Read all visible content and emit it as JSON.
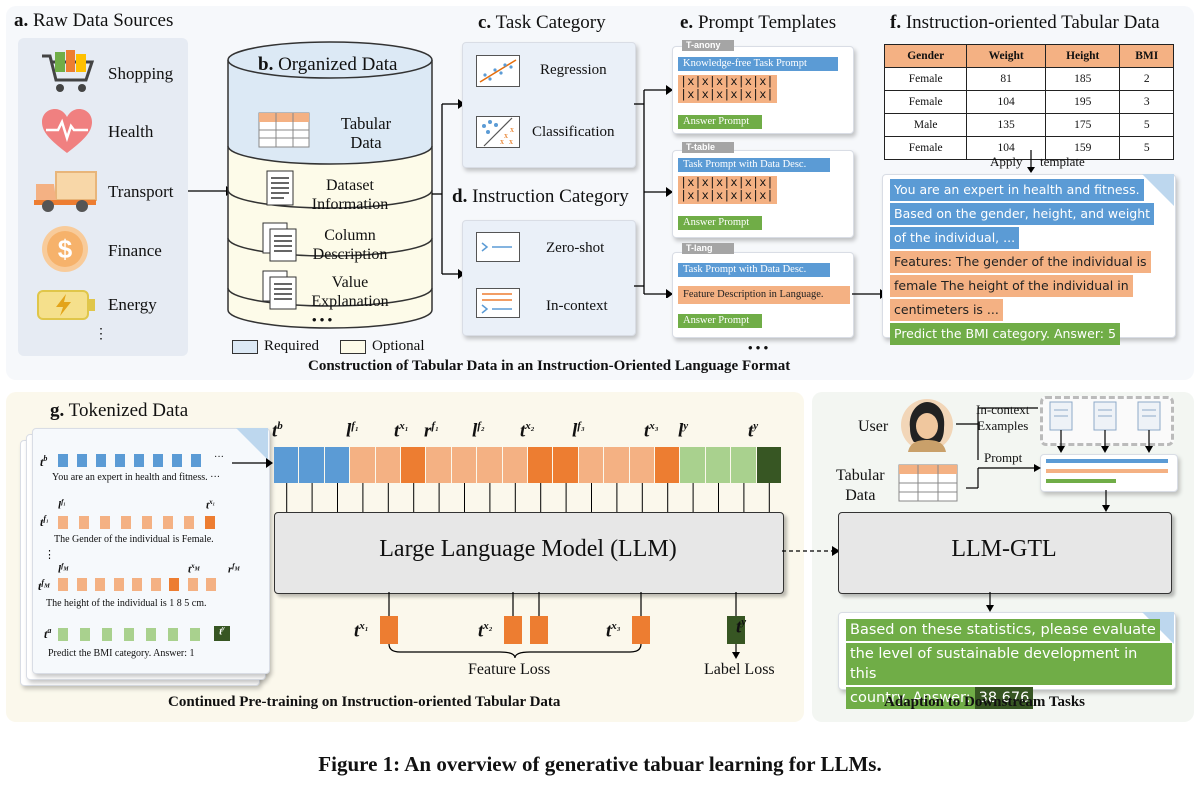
{
  "figure_caption": "Figure 1: An overview of generative tabuar learning for LLMs.",
  "panel_a": {
    "label": "a.",
    "title": "Raw Data Sources",
    "sources": [
      {
        "name": "Shopping",
        "icon": "shopping-cart-icon"
      },
      {
        "name": "Health",
        "icon": "heart-pulse-icon"
      },
      {
        "name": "Transport",
        "icon": "truck-icon"
      },
      {
        "name": "Finance",
        "icon": "coin-dollar-icon"
      },
      {
        "name": "Energy",
        "icon": "battery-bolt-icon"
      }
    ],
    "more": "⋮"
  },
  "panel_b": {
    "label": "b.",
    "title": "Organized Data",
    "layers": [
      "Tabular\nData",
      "Dataset\nInformation",
      "Column\nDescription",
      "Value\nExplanation"
    ],
    "more": "• • •",
    "legend_required": "Required",
    "legend_optional": "Optional"
  },
  "panel_c": {
    "label": "c.",
    "title": "Task Category",
    "items": [
      "Regression",
      "Classification"
    ]
  },
  "panel_d": {
    "label": "d.",
    "title": "Instruction Category",
    "items": [
      "Zero-shot",
      "In-context"
    ]
  },
  "panel_e": {
    "label": "e.",
    "title": "Prompt Templates",
    "templates": [
      {
        "tag": "T-anony",
        "task": "Knowledge-free Task Prompt",
        "answer": "Answer Prompt"
      },
      {
        "tag": "T-table",
        "task": "Task Prompt with Data Desc.",
        "answer": "Answer Prompt"
      },
      {
        "tag": "T-lang",
        "task": "Task Prompt with Data Desc.",
        "feature": "Feature Description in Language.",
        "answer": "Answer Prompt"
      }
    ],
    "grid_row": "|x|x|x|x|x|x|",
    "more": "• • •"
  },
  "panel_f": {
    "label": "f.",
    "title": "Instruction-oriented Tabular Data",
    "table": {
      "headers": [
        "Gender",
        "Weight",
        "Height",
        "BMI"
      ],
      "rows": [
        [
          "Female",
          "81",
          "185",
          "2"
        ],
        [
          "Female",
          "104",
          "195",
          "3"
        ],
        [
          "Male",
          "135",
          "175",
          "5"
        ],
        [
          "Female",
          "104",
          "159",
          "5"
        ]
      ]
    },
    "apply": "Apply",
    "template": "template",
    "text_task": [
      "You are an expert in health and fitness.",
      "Based on the gender, height, and weight",
      "of the individual, ..."
    ],
    "text_feature": [
      "Features: The gender of the individual is",
      "female The height of the individual in",
      "centimeters is ..."
    ],
    "text_answer": "Predict the BMI category. Answer: 5"
  },
  "construction_caption": "Construction of Tabular Data in an Instruction-Oriented Language Format",
  "panel_g": {
    "label": "g.",
    "title": "Tokenized Data",
    "lines": [
      {
        "label": "t",
        "sup": "b",
        "text": "You are an expert  in health and fitness. ···"
      },
      {
        "label": "t",
        "sup": "f1",
        "text": "The Gender of the individual is Female."
      },
      {
        "label": "t",
        "sup": "fM",
        "text": "The height of the individual is  1   8   5  cm."
      },
      {
        "label": "t",
        "sup": "a",
        "text": "Predict the BMI category.  Answer:  1"
      }
    ],
    "dots": "···",
    "vdots": "⋮",
    "tok_labels": [
      "l",
      "t",
      "r",
      "t",
      "l"
    ],
    "ann": {
      "tb": "b",
      "lf1": "f₁",
      "tx1": "x₁",
      "rf1": "f₁",
      "lf2": "f₂",
      "tx2": "x₂",
      "lf3": "f₃",
      "tx3": "x₃",
      "ly": "y",
      "ty": "y"
    }
  },
  "llm": {
    "label": "Large Language Model (LLM)",
    "feature_loss": "Feature Loss",
    "label_loss": "Label Loss"
  },
  "pretrain_caption": "Continued Pre-training on Instruction-oriented Tabular Data",
  "downstream": {
    "user": "User",
    "in_context": "In-context",
    "examples": "Examples",
    "prompt": "Prompt",
    "tabular": "Tabular",
    "data": "Data",
    "model": "LLM-GTL",
    "output": [
      "Based on these statistics, please evaluate",
      "the level of sustainable development in this",
      "country. Answer:"
    ],
    "answer": "38.676",
    "caption": "Adaption to Downstream Tasks"
  },
  "colors": {
    "blue": "#5b9bd5",
    "orange_light": "#f4b183",
    "orange_dark": "#ed7d31",
    "green": "#70ad47",
    "green_light": "#a9d18e",
    "dark_green": "#375623"
  }
}
